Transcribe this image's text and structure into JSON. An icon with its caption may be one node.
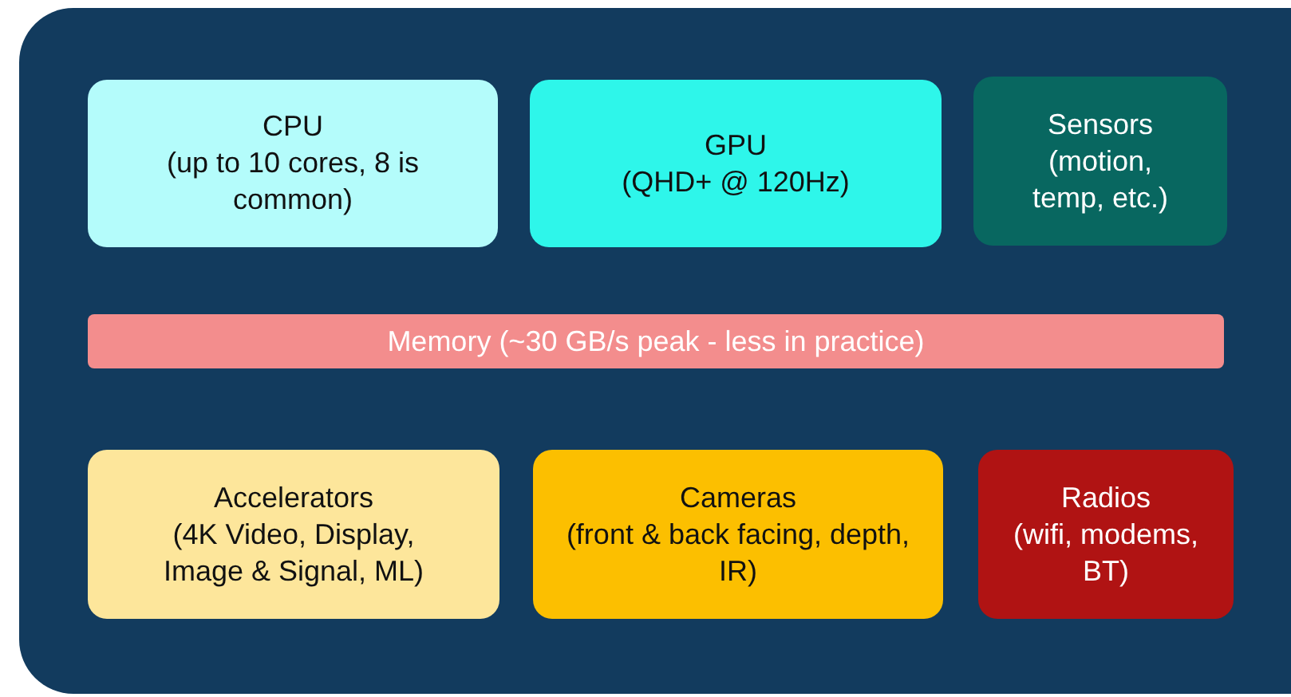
{
  "diagram": {
    "nodes": [
      {
        "text": [],
        "shape": "box"
      },
      {
        "text": [
          "CPU",
          "(up to 10 cores, 8 is common)"
        ],
        "in": 0
      },
      {
        "text": [
          "GPU",
          "(QHD+ @ 120Hz)"
        ],
        "in": 0
      },
      {
        "text": [
          "Sensors",
          "(motion, temp, etc.)"
        ],
        "in": 0
      },
      {
        "text": [
          "Memory (~30 GB/s peak - less in practice)"
        ],
        "in": 0
      },
      {
        "text": [
          "Accelerators",
          "(4K Video, Display, Image & Signal, ML)"
        ],
        "in": 0
      },
      {
        "text": [
          "Cameras",
          "(front & back facing, depth, IR)"
        ],
        "in": 0
      },
      {
        "text": [
          "Radios",
          "(wifi, modems, BT)"
        ],
        "in": 0
      }
    ]
  }
}
